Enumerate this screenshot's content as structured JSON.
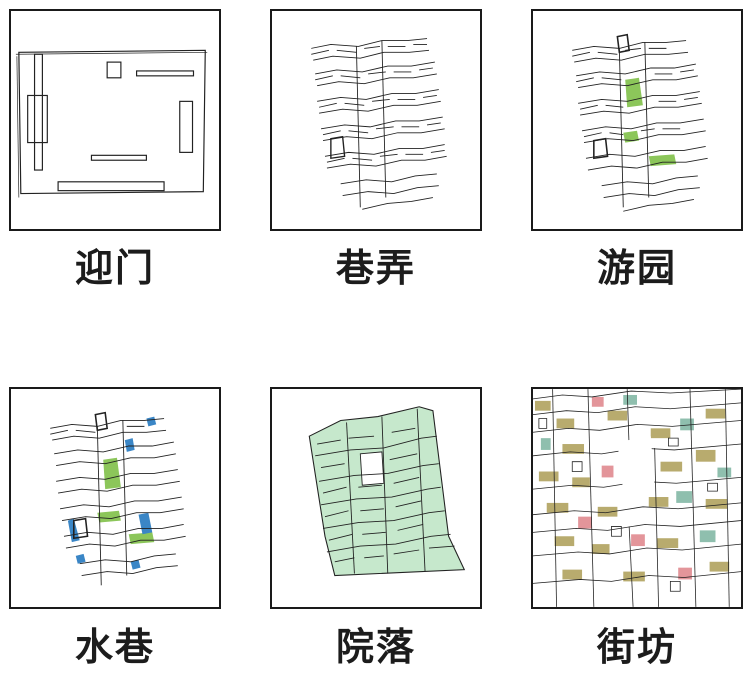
{
  "panels": [
    {
      "label": "迎门",
      "sketch_icon": "gate-plan-sketch"
    },
    {
      "label": "巷弄",
      "sketch_icon": "alley-plan-sketch"
    },
    {
      "label": "游园",
      "sketch_icon": "garden-plan-sketch"
    },
    {
      "label": "水巷",
      "sketch_icon": "water-alley-plan-sketch"
    },
    {
      "label": "院落",
      "sketch_icon": "courtyard-plan-sketch"
    },
    {
      "label": "街坊",
      "sketch_icon": "neighborhood-plan-sketch"
    }
  ],
  "colors": {
    "ink": "#1a1a1a",
    "green": "#8cc65a",
    "blue": "#3a86c6",
    "pale_green": "#c6e8cc",
    "olive": "#b8ab6e",
    "teal": "#8fbfae",
    "pink": "#e3959a"
  }
}
